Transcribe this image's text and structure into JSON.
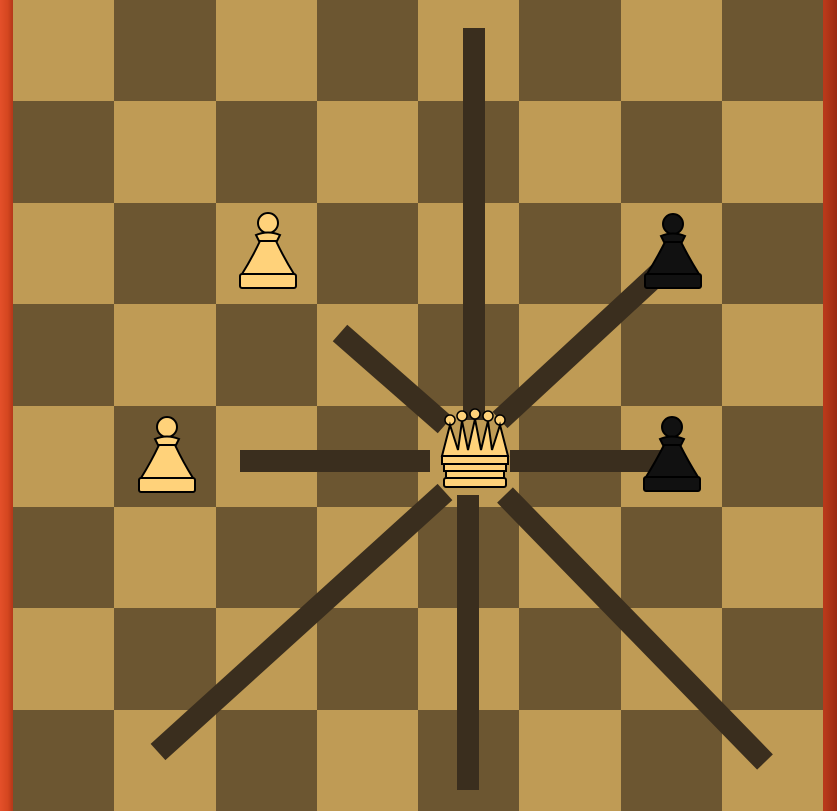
{
  "board": {
    "files": 8,
    "ranks": 8,
    "light_color": "#bf9b55",
    "dark_color": "#6c5631",
    "frame_color": "#c8401c"
  },
  "pieces": [
    {
      "id": "white-queen",
      "type": "queen",
      "color": "white",
      "square": "e4"
    },
    {
      "id": "white-pawn-1",
      "type": "pawn",
      "color": "white",
      "square": "c6"
    },
    {
      "id": "white-pawn-2",
      "type": "pawn",
      "color": "white",
      "square": "b4"
    },
    {
      "id": "black-pawn-1",
      "type": "pawn",
      "color": "black",
      "square": "g6"
    },
    {
      "id": "black-pawn-2",
      "type": "pawn",
      "color": "black",
      "square": "g4"
    }
  ],
  "queen_rays": [
    {
      "direction": "north",
      "to": "e8"
    },
    {
      "direction": "south",
      "to": "e1"
    },
    {
      "direction": "west",
      "to": "c4"
    },
    {
      "direction": "east",
      "to": "g4"
    },
    {
      "direction": "north-west",
      "to": "d5"
    },
    {
      "direction": "north-east",
      "to": "g6"
    },
    {
      "direction": "south-west",
      "to": "b1"
    },
    {
      "direction": "south-east",
      "to": "h1"
    }
  ],
  "ray_color": "#3a2e1e"
}
